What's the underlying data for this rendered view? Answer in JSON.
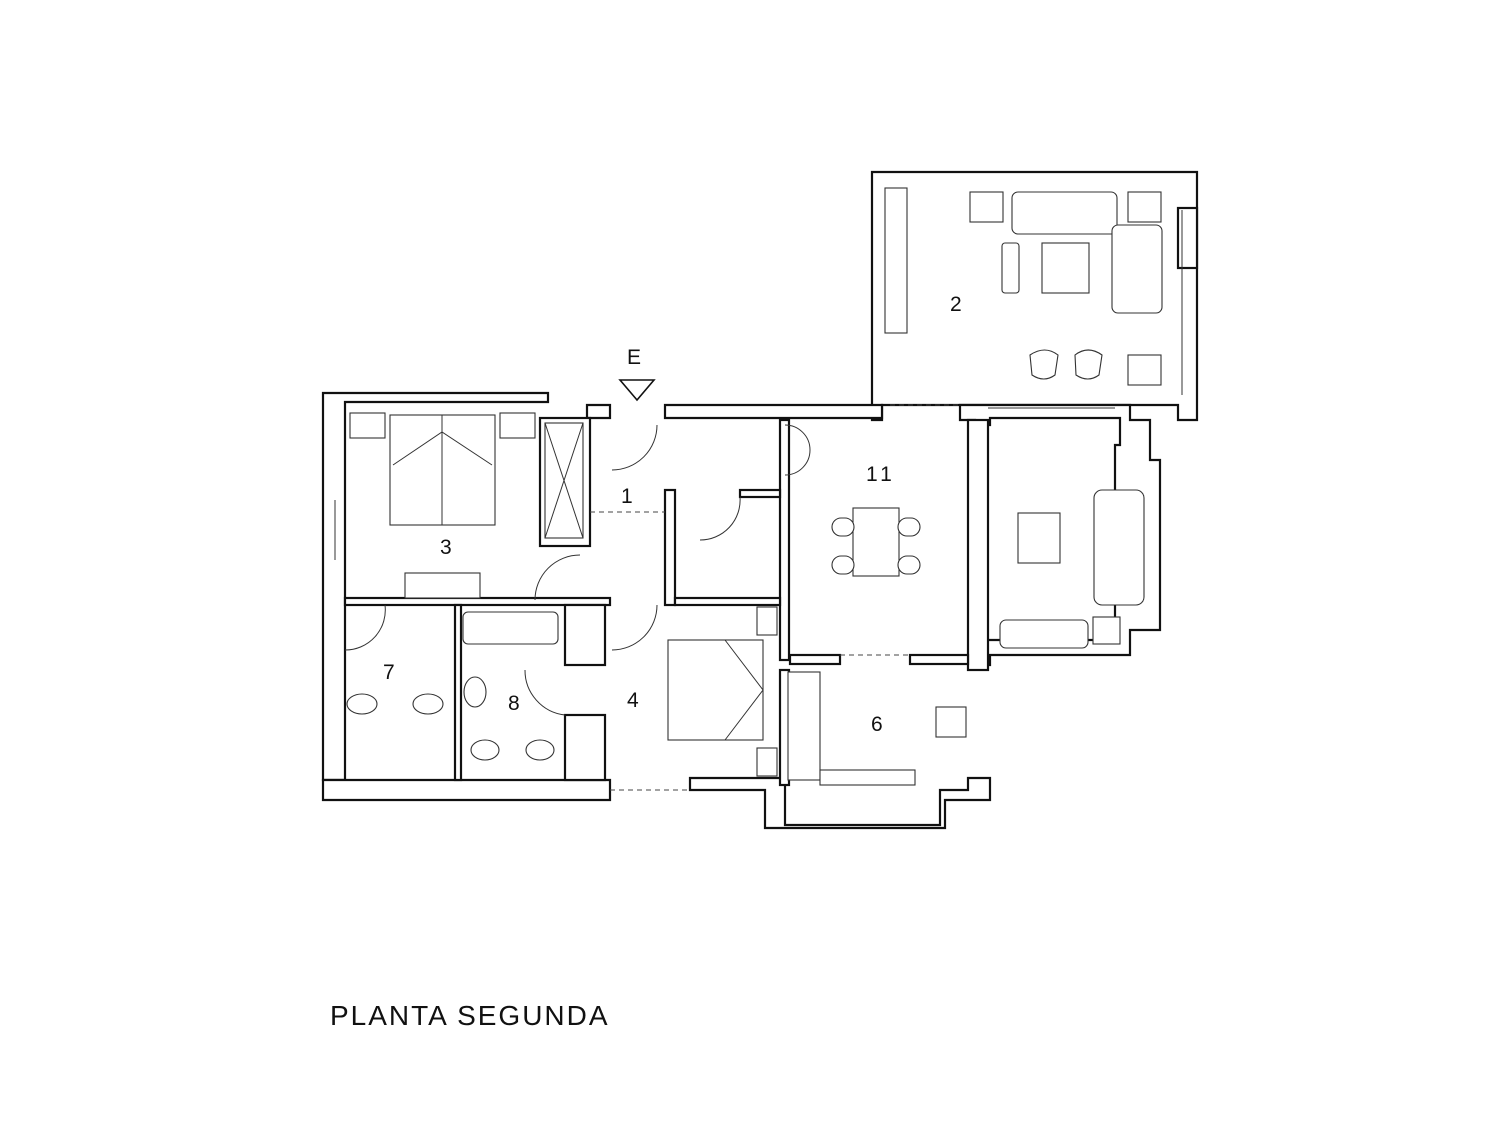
{
  "plan": {
    "title": "PLANTA SEGUNDA",
    "entrance_label": "E",
    "rooms": [
      {
        "id": "1",
        "label": "1"
      },
      {
        "id": "2",
        "label": "2"
      },
      {
        "id": "3",
        "label": "3"
      },
      {
        "id": "4",
        "label": "4"
      },
      {
        "id": "6",
        "label": "6"
      },
      {
        "id": "7",
        "label": "7"
      },
      {
        "id": "8",
        "label": "8"
      },
      {
        "id": "11",
        "label": "11"
      }
    ]
  }
}
